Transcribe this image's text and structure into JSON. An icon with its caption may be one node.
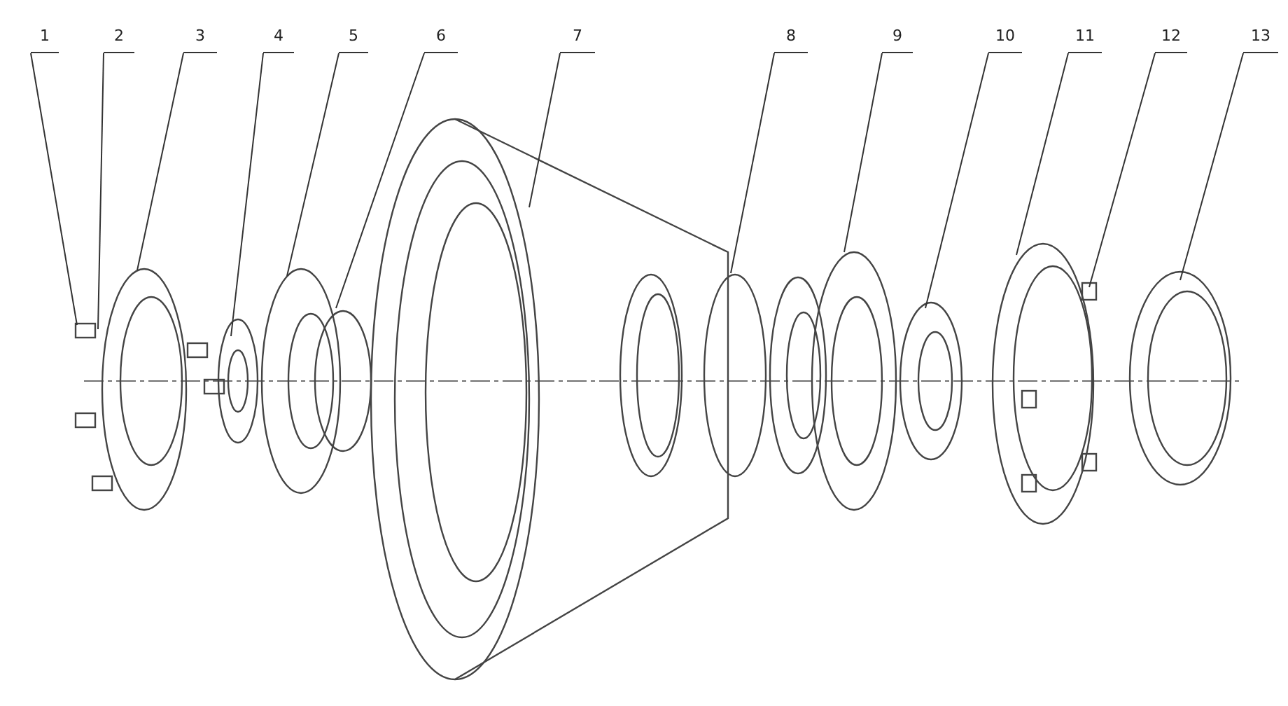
{
  "diagram": {
    "nodes": [
      {
        "text": [
          "1"
        ]
      },
      {
        "text": [
          "2"
        ]
      },
      {
        "text": [
          "3"
        ]
      },
      {
        "text": [
          "4"
        ]
      },
      {
        "text": [
          "5"
        ]
      },
      {
        "text": [
          "6"
        ]
      },
      {
        "text": [
          "7"
        ]
      },
      {
        "text": [
          "8"
        ]
      },
      {
        "text": [
          "9"
        ]
      },
      {
        "text": [
          "10"
        ]
      },
      {
        "text": [
          "11"
        ]
      },
      {
        "text": [
          "12"
        ]
      },
      {
        "text": [
          "13"
        ]
      }
    ],
    "edges": [
      {
        "from": 0,
        "to": null,
        "arrow": "none"
      },
      {
        "from": 1,
        "to": null,
        "arrow": "none"
      },
      {
        "from": 2,
        "to": null,
        "arrow": "none"
      },
      {
        "from": 3,
        "to": null,
        "arrow": "none"
      },
      {
        "from": 4,
        "to": null,
        "arrow": "none"
      },
      {
        "from": 5,
        "to": null,
        "arrow": "none"
      },
      {
        "from": 6,
        "to": null,
        "arrow": "none"
      },
      {
        "from": 7,
        "to": null,
        "arrow": "none"
      },
      {
        "from": 8,
        "to": null,
        "arrow": "none"
      },
      {
        "from": 9,
        "to": null,
        "arrow": "none"
      },
      {
        "from": 10,
        "to": null,
        "arrow": "none"
      },
      {
        "from": 11,
        "to": null,
        "arrow": "none"
      },
      {
        "from": 12,
        "to": null,
        "arrow": "none"
      }
    ]
  }
}
